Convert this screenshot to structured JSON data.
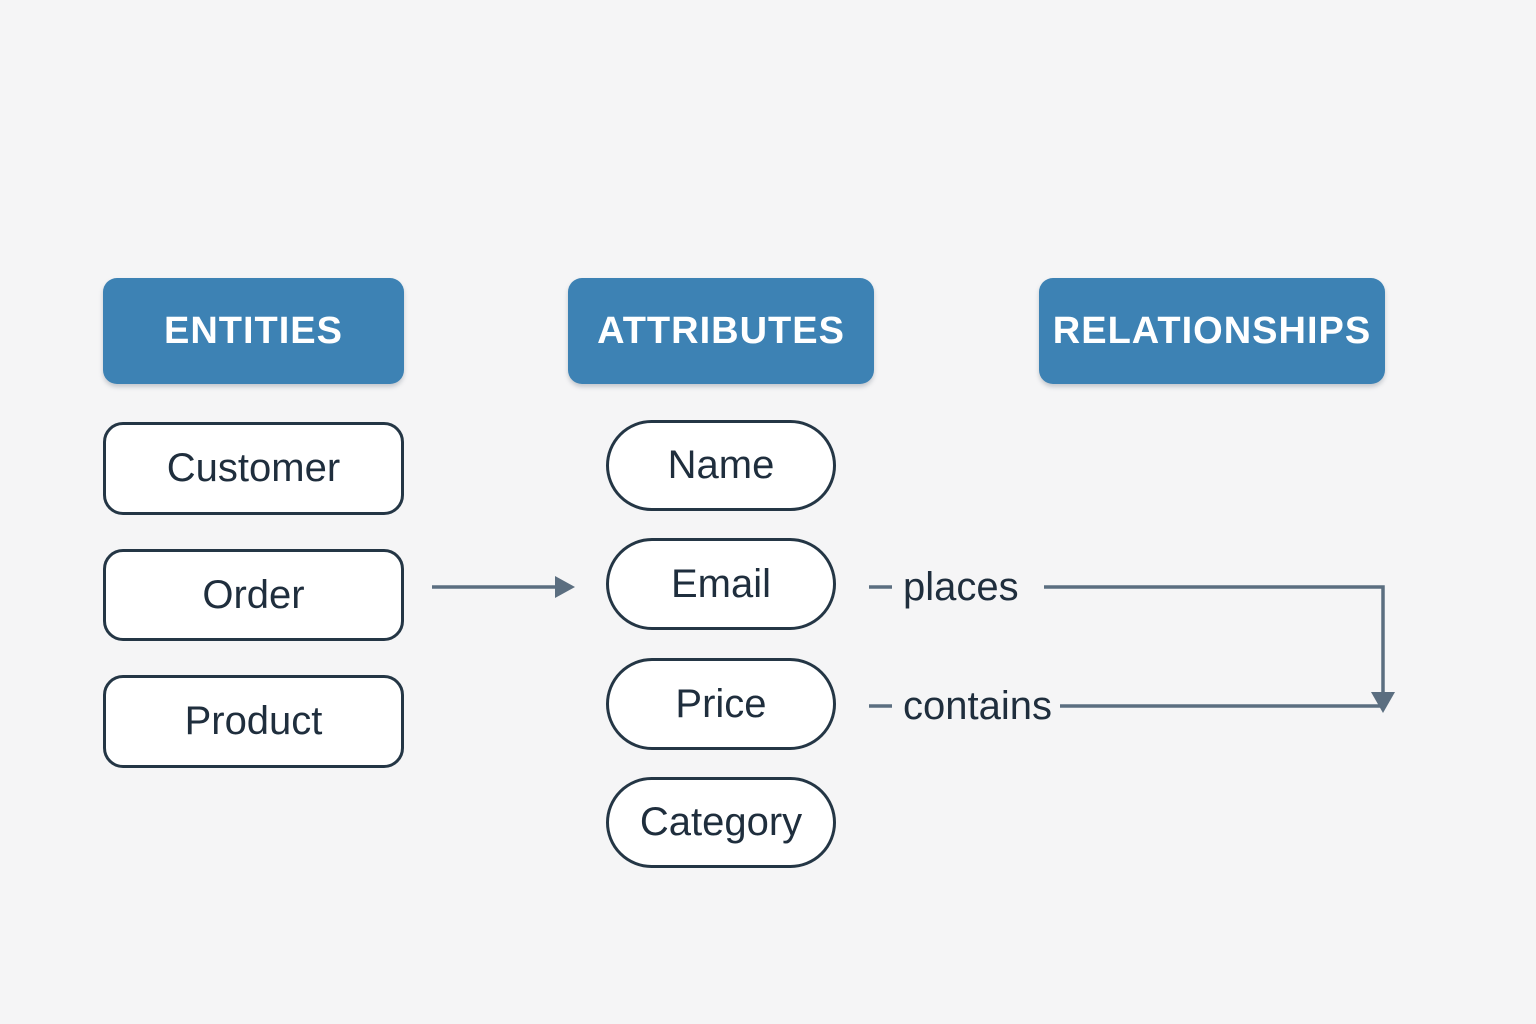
{
  "colors": {
    "background": "#f5f5f6",
    "header_bg": "#3d82b4",
    "header_text": "#ffffff",
    "node_bg": "#ffffff",
    "node_border": "#243645",
    "node_text": "#1f2e3d",
    "connector": "#5b6e80",
    "connector_light": "#6e8192"
  },
  "columns": {
    "entities": {
      "header": "ENTITIES",
      "items": [
        "Customer",
        "Order",
        "Product"
      ]
    },
    "attributes": {
      "header": "ATTRIBUTES",
      "items": [
        "Name",
        "Email",
        "Price",
        "Category"
      ]
    },
    "relationships": {
      "header": "RELATIONSHIPS",
      "labels": [
        "places",
        "contains"
      ]
    }
  },
  "connectors": [
    {
      "from": "Order",
      "to": "Email",
      "style": "straight-arrow-right"
    },
    {
      "from": "Email",
      "label": "places",
      "style": "elbow-right-then-down-arrow"
    },
    {
      "from": "Price",
      "label": "contains",
      "style": "straight-line-to-down-arrow"
    }
  ]
}
